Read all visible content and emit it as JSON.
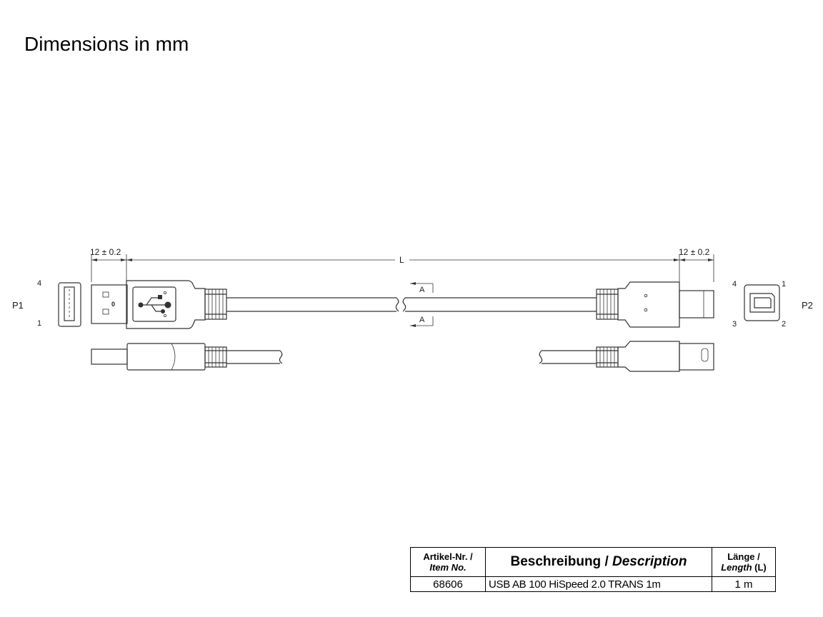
{
  "title": "Dimensions in mm",
  "drawing": {
    "dim_left": "12 ± 0.2",
    "dim_right": "12 ± 0.2",
    "dim_length": "L",
    "section_mark": "A",
    "p1_label": "P1",
    "p2_label": "P2",
    "p1_pins": {
      "top": "4",
      "bottom": "1"
    },
    "p2_pins": {
      "top_left": "4",
      "top_right": "1",
      "bottom_left": "3",
      "bottom_right": "2"
    },
    "usb_b_side_mark": "0",
    "usb_a_side_mark": "0"
  },
  "table": {
    "headers": {
      "item_main": "Artikel-Nr. /",
      "item_sub": "Item No.",
      "desc_main": "Beschreibung / ",
      "desc_sub": "Description",
      "len_main": "Länge /",
      "len_sub": "Length",
      "len_suffix": " (L)"
    },
    "rows": [
      {
        "item": "68606",
        "description": "USB AB 100 HiSpeed 2.0 TRANS 1m",
        "length": "1 m"
      }
    ]
  }
}
